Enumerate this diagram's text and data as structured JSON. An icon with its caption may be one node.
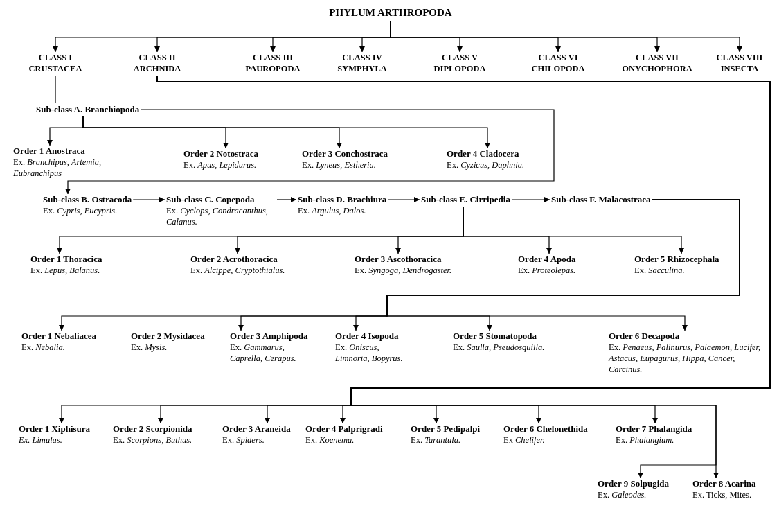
{
  "diagram": {
    "nodes": [
      {
        "text": [
          "PHYLUM ARTHROPODA"
        ]
      },
      {
        "text": [
          "CLASS I",
          "CRUSTACEA"
        ]
      },
      {
        "text": [
          "CLASS II",
          "ARCHNIDA"
        ]
      },
      {
        "text": [
          "CLASS III",
          "PAUROPODA"
        ]
      },
      {
        "text": [
          "CLASS IV",
          "SYMPHYLA"
        ]
      },
      {
        "text": [
          "CLASS V",
          "DIPLOPODA"
        ]
      },
      {
        "text": [
          "CLASS VI",
          "CHILOPODA"
        ]
      },
      {
        "text": [
          "CLASS VII",
          "ONYCHOPHORA"
        ]
      },
      {
        "text": [
          "CLASS VIII",
          "INSECTA"
        ]
      },
      {
        "text": [
          "Sub-class A. Branchiopoda"
        ]
      },
      {
        "text": [
          "Order 1 Anostraca",
          "Ex. *Branchipus, Artemia, Eubranchipus*"
        ]
      },
      {
        "text": [
          "Order 2 Notostraca",
          "Ex. *Apus, Lepidurus.*"
        ]
      },
      {
        "text": [
          "Order 3 Conchostraca",
          "Ex. *Lyneus, Estheria.*"
        ]
      },
      {
        "text": [
          "Order 4 Cladocera",
          "Ex. *Cyzicus, Daphnia.*"
        ]
      },
      {
        "text": [
          "Sub-class B. Ostracoda",
          "Ex. *Cypris, Eucypris.*"
        ]
      },
      {
        "text": [
          "Sub-class C. Copepoda",
          "Ex. *Cyclops, Condracanthus, Calanus.*"
        ]
      },
      {
        "text": [
          "Sub-class D. Brachiura",
          "Ex. *Argulus, Dalos.*"
        ]
      },
      {
        "text": [
          "Sub-class E. Cirripedia"
        ]
      },
      {
        "text": [
          "Sub-class F. Malacostraca"
        ]
      },
      {
        "text": [
          "Order 1 Thoracica",
          "Ex. *Lepus, Balanus.*"
        ]
      },
      {
        "text": [
          "Order 2 Acrothoracica",
          "Ex. *Alcippe, Cryptothialus.*"
        ]
      },
      {
        "text": [
          "Order 3 Ascothoracica",
          "Ex. *Syngoga, Dendrogaster.*"
        ]
      },
      {
        "text": [
          "Order 4 Apoda",
          "Ex. *Proteolepas.*"
        ]
      },
      {
        "text": [
          "Order 5 Rhizocephala",
          "Ex. *Sacculina.*"
        ]
      },
      {
        "text": [
          "Order 1 Nebaliacea",
          "Ex. *Nebalia.*"
        ]
      },
      {
        "text": [
          "Order 2 Mysidacea",
          "Ex. *Mysis.*"
        ]
      },
      {
        "text": [
          "Order 3 Amphipoda",
          "Ex. *Gammarus, Caprella, Cerapus.*"
        ]
      },
      {
        "text": [
          "Order 4 Isopoda",
          "Ex. *Oniscus, Limnoria, Bopyrus.*"
        ]
      },
      {
        "text": [
          "Order 5 Stomatopoda",
          "Ex. *Saulla, Pseudosquilla.*"
        ]
      },
      {
        "text": [
          "Order 6 Decapoda",
          "Ex. *Penaeus, Palinurus, Palaemon, Lucifer, Astacus, Eupagurus, Hippa, Cancer, Carcinus.*"
        ]
      },
      {
        "text": [
          "Order 1 Xiphisura",
          "*Ex. Limulus.*"
        ]
      },
      {
        "text": [
          "Order 2 Scorpionida",
          "Ex. *Scorpions, Buthus.*"
        ]
      },
      {
        "text": [
          "Order 3 Araneida",
          "Ex. *Spiders.*"
        ]
      },
      {
        "text": [
          "Order 4 Palprigradi",
          "Ex. *Koenema.*"
        ]
      },
      {
        "text": [
          "Order 5 Pedipalpi",
          "Ex. *Tarantula.*"
        ]
      },
      {
        "text": [
          "Order 6 Chelonethida",
          "Ex *Chelifer.*"
        ]
      },
      {
        "text": [
          "Order 7 Phalangida",
          "Ex. *Phalangium.*"
        ]
      },
      {
        "text": [
          "Order 9 Solpugida",
          "Ex. *Galeodes.*"
        ]
      },
      {
        "text": [
          "Order 8 Acarina",
          "Ex. Ticks, Mites."
        ]
      }
    ],
    "edges": [
      {
        "from": 0,
        "to": 1,
        "arrow": "to"
      },
      {
        "from": 0,
        "to": 2,
        "arrow": "to"
      },
      {
        "from": 0,
        "to": 3,
        "arrow": "to"
      },
      {
        "from": 0,
        "to": 4,
        "arrow": "to"
      },
      {
        "from": 0,
        "to": 5,
        "arrow": "to"
      },
      {
        "from": 0,
        "to": 6,
        "arrow": "to"
      },
      {
        "from": 0,
        "to": 7,
        "arrow": "to"
      },
      {
        "from": 0,
        "to": 8,
        "arrow": "to"
      },
      {
        "from": 1,
        "to": 9,
        "arrow": "none"
      },
      {
        "from": 9,
        "to": 10,
        "arrow": "to"
      },
      {
        "from": 9,
        "to": 11,
        "arrow": "to"
      },
      {
        "from": 9,
        "to": 12,
        "arrow": "to"
      },
      {
        "from": 9,
        "to": 13,
        "arrow": "to"
      },
      {
        "from": 9,
        "to": 14,
        "arrow": "to"
      },
      {
        "from": 14,
        "to": 15,
        "arrow": "to"
      },
      {
        "from": 15,
        "to": 16,
        "arrow": "to"
      },
      {
        "from": 16,
        "to": 17,
        "arrow": "to"
      },
      {
        "from": 17,
        "to": 18,
        "arrow": "to"
      },
      {
        "from": 17,
        "to": 19,
        "arrow": "to"
      },
      {
        "from": 17,
        "to": 20,
        "arrow": "to"
      },
      {
        "from": 17,
        "to": 21,
        "arrow": "to"
      },
      {
        "from": 17,
        "to": 22,
        "arrow": "to"
      },
      {
        "from": 17,
        "to": 23,
        "arrow": "to"
      },
      {
        "from": 18,
        "to": 24,
        "arrow": "to"
      },
      {
        "from": 18,
        "to": 26,
        "arrow": "to"
      },
      {
        "from": 18,
        "to": 27,
        "arrow": "to"
      },
      {
        "from": 18,
        "to": 28,
        "arrow": "to"
      },
      {
        "from": 18,
        "to": 29,
        "arrow": "to"
      },
      {
        "from": 2,
        "to": 30,
        "arrow": "to"
      },
      {
        "from": 2,
        "to": 31,
        "arrow": "to"
      },
      {
        "from": 2,
        "to": 32,
        "arrow": "to"
      },
      {
        "from": 2,
        "to": 33,
        "arrow": "to"
      },
      {
        "from": 2,
        "to": 34,
        "arrow": "to"
      },
      {
        "from": 2,
        "to": 35,
        "arrow": "to"
      },
      {
        "from": 2,
        "to": 36,
        "arrow": "to"
      },
      {
        "from": 2,
        "to": 37,
        "arrow": "to"
      },
      {
        "from": 2,
        "to": 38,
        "arrow": "to"
      }
    ]
  }
}
